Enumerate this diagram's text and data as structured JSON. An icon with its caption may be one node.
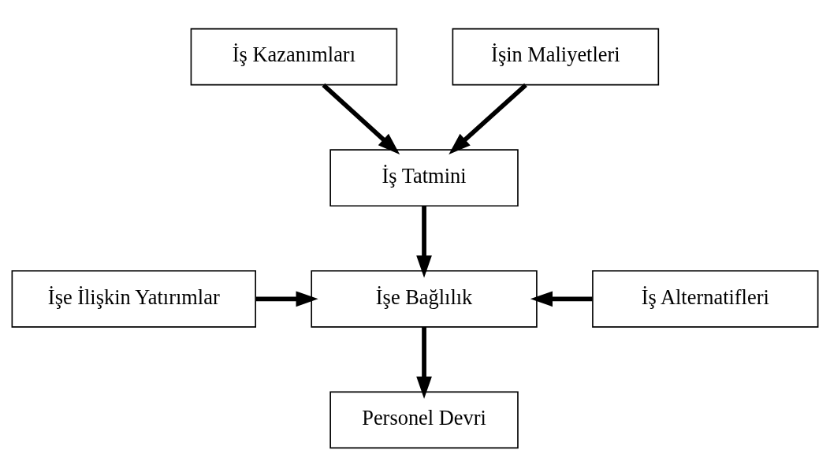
{
  "diagram": {
    "nodes": [
      {
        "text": [
          "İş Kazanımları"
        ]
      },
      {
        "text": [
          "İşin Maliyetleri"
        ]
      },
      {
        "text": [
          "İş Tatmini"
        ]
      },
      {
        "text": [
          "İşe İlişkin Yatırımlar"
        ]
      },
      {
        "text": [
          "İşe Bağlılık"
        ]
      },
      {
        "text": [
          "İş Alternatifleri"
        ]
      },
      {
        "text": [
          "Personel Devri"
        ]
      }
    ],
    "edges": [
      {
        "from": 0,
        "to": 2,
        "arrow": "to"
      },
      {
        "from": 1,
        "to": 2,
        "arrow": "to"
      },
      {
        "from": 2,
        "to": 4,
        "arrow": "to"
      },
      {
        "from": 3,
        "to": 4,
        "arrow": "to"
      },
      {
        "from": 5,
        "to": 4,
        "arrow": "to"
      },
      {
        "from": 4,
        "to": 6,
        "arrow": "to"
      }
    ]
  }
}
